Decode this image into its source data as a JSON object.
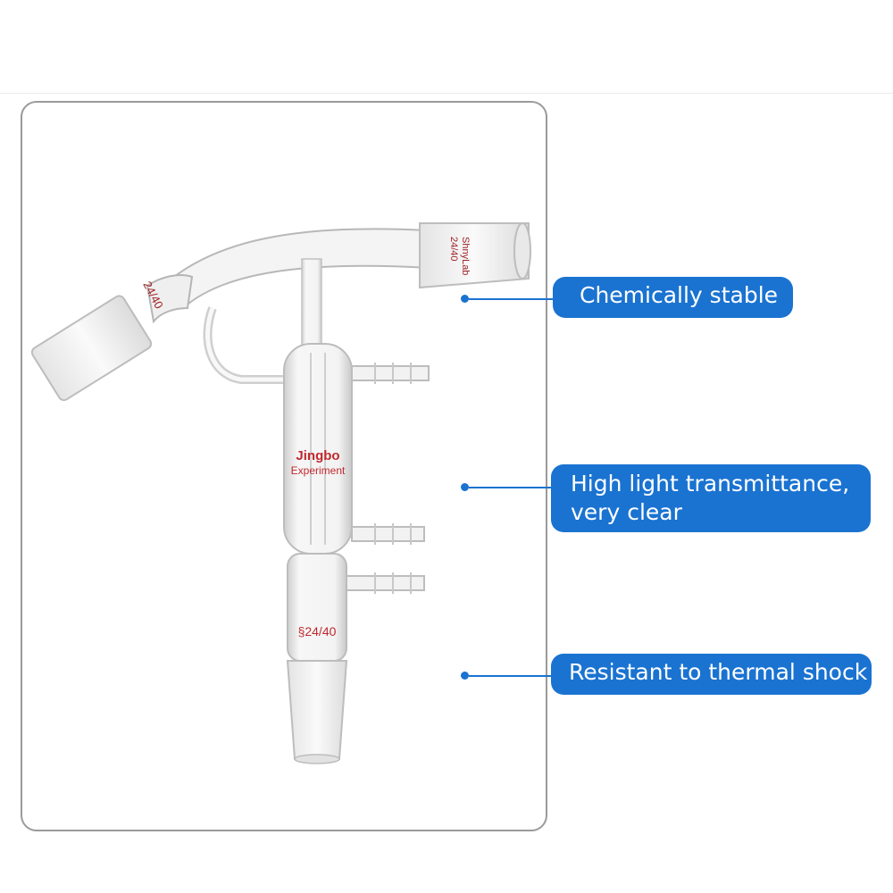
{
  "product": {
    "brand_line1": "Jingbo",
    "brand_line2": "Experiment",
    "joint_top_brand": "ShnyLab",
    "joint_top_size": "24/40",
    "joint_left_size": "24/40",
    "joint_bottom_size": "§24/40"
  },
  "features": [
    {
      "lines": [
        "Chemically stable"
      ]
    },
    {
      "lines": [
        "High light transmittance,",
        "very clear"
      ]
    },
    {
      "lines": [
        "Resistant to thermal shock"
      ]
    }
  ],
  "colors": {
    "accent": "#1a73d1",
    "label_red": "#c0282d"
  }
}
